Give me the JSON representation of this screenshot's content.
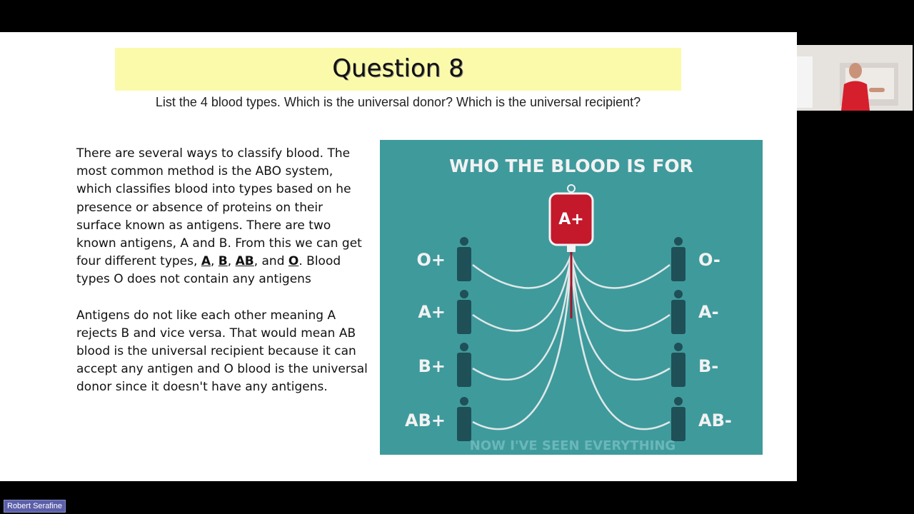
{
  "slide": {
    "title": "Question 8",
    "question": "List the 4 blood types. Which is the universal donor? Which is the universal recipient?",
    "paragraph1": {
      "intro": "There are several ways to classify blood. The most common method is the ABO system, which classifies blood into types based on he presence or absence of proteins on their surface known as antigens. There are two known antigens, A and B. From this we can get four different types, ",
      "type_a": "A",
      "type_b": "B",
      "type_ab": "AB",
      "and": ", and ",
      "type_o": "O",
      "outro": ". Blood types O does not contain any antigens"
    },
    "paragraph2": "Antigens do not like each other meaning A rejects B and vice versa. That would mean AB blood is the universal recipient because it can accept any antigen and O blood is the universal donor since it doesn't have any antigens."
  },
  "figure": {
    "heading": "WHO THE BLOOD IS FOR",
    "bag_label": "A+",
    "left_labels": [
      "O+",
      "A+",
      "B+",
      "AB+"
    ],
    "right_labels": [
      "O-",
      "A-",
      "B-",
      "AB-"
    ],
    "watermark": "NOW I'VE SEEN EVERYTHING"
  },
  "participant": {
    "name": "Robert Serafine"
  },
  "colors": {
    "title_band": "#fafaaa",
    "figure_bg": "#3f9a9c",
    "bag_red": "#c4182b",
    "name_tag": "#5b5fa8"
  }
}
